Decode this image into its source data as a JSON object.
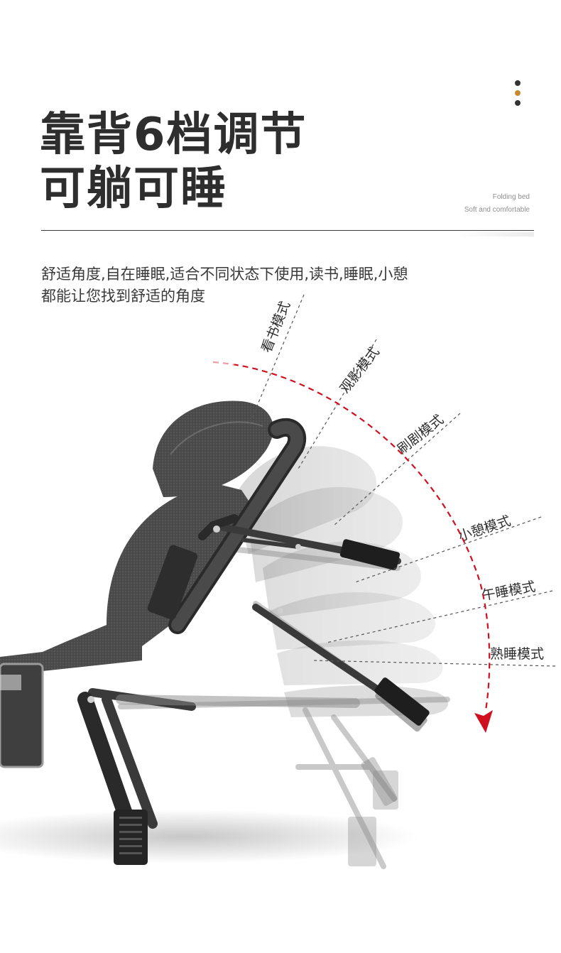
{
  "headline": {
    "line1": "靠背6档调节",
    "line2": "可躺可睡"
  },
  "tagline": {
    "line1": "Folding bed",
    "line2": "Soft and comfortable"
  },
  "description": {
    "line1": "舒适角度,自在睡眠,适合不同状态下使用,读书,睡眠,小憩",
    "line2": "都能让您找到舒适的角度"
  },
  "modes": [
    "看书模式",
    "观影模式",
    "刷剧模式",
    "小憩模式",
    "午睡模式",
    "熟睡模式"
  ],
  "colors": {
    "accent_red": "#d0101f",
    "dot_dark": "#333333",
    "dot_brand": "#c8892e",
    "title": "#2e2e2e"
  },
  "icons": [
    "dot-indicator-icon",
    "arrow-down-icon"
  ]
}
